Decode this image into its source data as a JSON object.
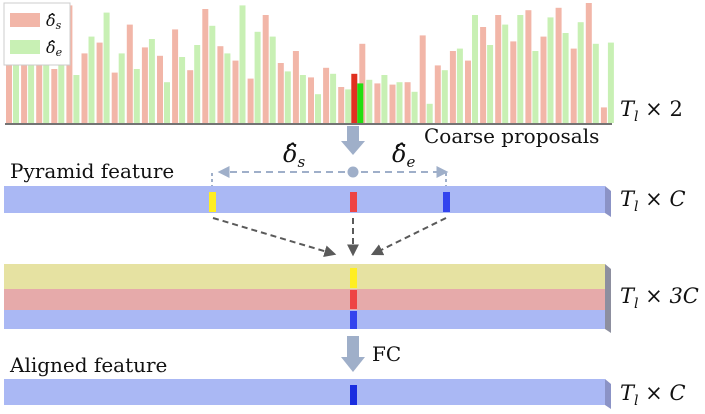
{
  "legend": {
    "items": [
      {
        "label": "δ̂",
        "sub": "s",
        "color": "#f2b6a8"
      },
      {
        "label": "δ̂",
        "sub": "e",
        "color": "#c8f0b4"
      }
    ]
  },
  "chart_data": {
    "type": "bar",
    "series": [
      {
        "name": "δ̂s",
        "values": [
          0.88,
          0.62,
          0.71,
          0.45,
          0.98,
          0.58,
          0.67,
          0.42,
          0.82,
          0.63,
          0.56,
          0.78,
          0.44,
          0.95,
          0.64,
          0.52,
          0.37,
          0.9,
          0.5,
          0.6,
          0.38,
          0.46,
          0.3,
          0.66,
          0.33,
          0.32,
          0.34,
          0.73,
          0.48,
          0.6,
          0.52,
          0.8,
          0.9,
          0.68,
          0.94,
          0.72,
          0.96,
          0.62,
          1.0,
          0.13
        ]
      },
      {
        "name": "δ̂e",
        "values": [
          0.62,
          0.5,
          0.82,
          0.68,
          0.4,
          0.72,
          0.92,
          0.58,
          0.45,
          0.7,
          0.34,
          0.55,
          0.65,
          0.81,
          0.58,
          0.98,
          0.76,
          0.72,
          0.43,
          0.4,
          0.24,
          0.41,
          0.28,
          0.36,
          0.4,
          0.34,
          0.26,
          0.16,
          0.44,
          0.62,
          0.9,
          0.65,
          0.82,
          0.9,
          0.6,
          0.88,
          0.75,
          0.84,
          0.66,
          0.67
        ]
      }
    ],
    "highlight": {
      "series_s_color": "#e03020",
      "series_e_color": "#22dd11",
      "value_s": 0.41,
      "value_e": 0.33
    },
    "ylim": [
      0,
      1
    ]
  },
  "labels": {
    "top_dim": {
      "base": "T",
      "sub": "l",
      "rest": " × 2"
    },
    "coarse_proposals": "Coarse proposals",
    "pyramid_feature": "Pyramid feature",
    "delta_s": {
      "base": "δ̂",
      "sub": "s"
    },
    "delta_e": {
      "base": "δ̂",
      "sub": "e"
    },
    "pyramid_dim": {
      "base": "T",
      "sub": "l",
      "rest": " × C"
    },
    "stack_dim": {
      "base": "T",
      "sub": "l",
      "rest": " × 3C"
    },
    "fc": "FC",
    "aligned_feature": "Aligned feature",
    "aligned_dim": {
      "base": "T",
      "sub": "l",
      "rest": " × C"
    }
  },
  "colors": {
    "feature_blue": "#aab8f4",
    "feature_yellow": "#e6e2a2",
    "feature_pink": "#e6aaaa",
    "marker_yellow": "#ffee22",
    "marker_red": "#ee4444",
    "marker_blue": "#3344ee",
    "marker_dark_blue": "#1a2ee0",
    "arrow_gray": "#9fafc9",
    "dash_gray": "#5a5a5a"
  }
}
